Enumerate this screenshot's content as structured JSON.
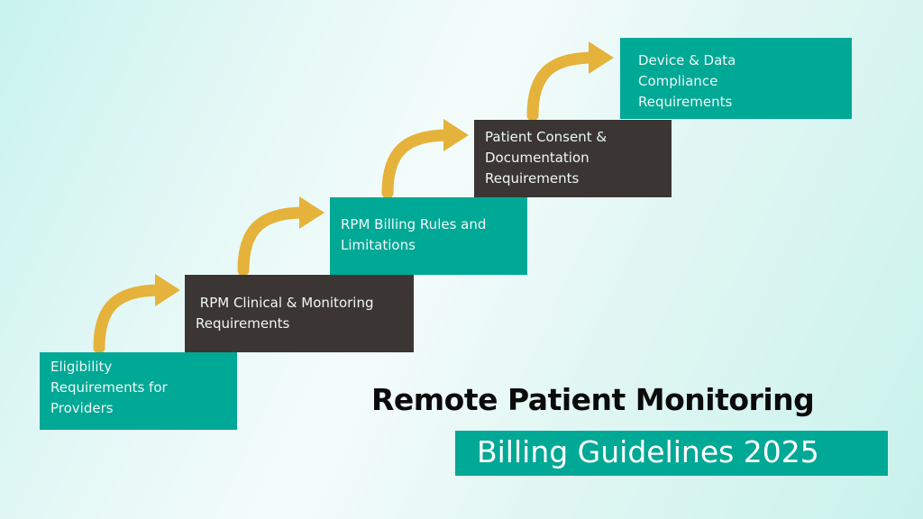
{
  "diagram": {
    "type": "staircase-steps",
    "colors": {
      "teal": "#00a896",
      "dark": "#3b3633",
      "arrow": "#e5b33b"
    },
    "steps": [
      {
        "lines": [
          "Eligibility",
          "Requirements for",
          "Providers"
        ],
        "style": "teal"
      },
      {
        "lines": [
          " RPM Clinical & Monitoring",
          "Requirements"
        ],
        "style": "dark"
      },
      {
        "lines": [
          "RPM Billing Rules and",
          "Limitations"
        ],
        "style": "teal"
      },
      {
        "lines": [
          "Patient Consent &",
          "Documentation",
          "Requirements"
        ],
        "style": "dark"
      },
      {
        "lines": [
          "Device & Data",
          "Compliance",
          "Requirements"
        ],
        "style": "teal"
      }
    ]
  },
  "heading": {
    "title": "Remote Patient Monitoring",
    "subtitle": "Billing Guidelines 2025"
  }
}
